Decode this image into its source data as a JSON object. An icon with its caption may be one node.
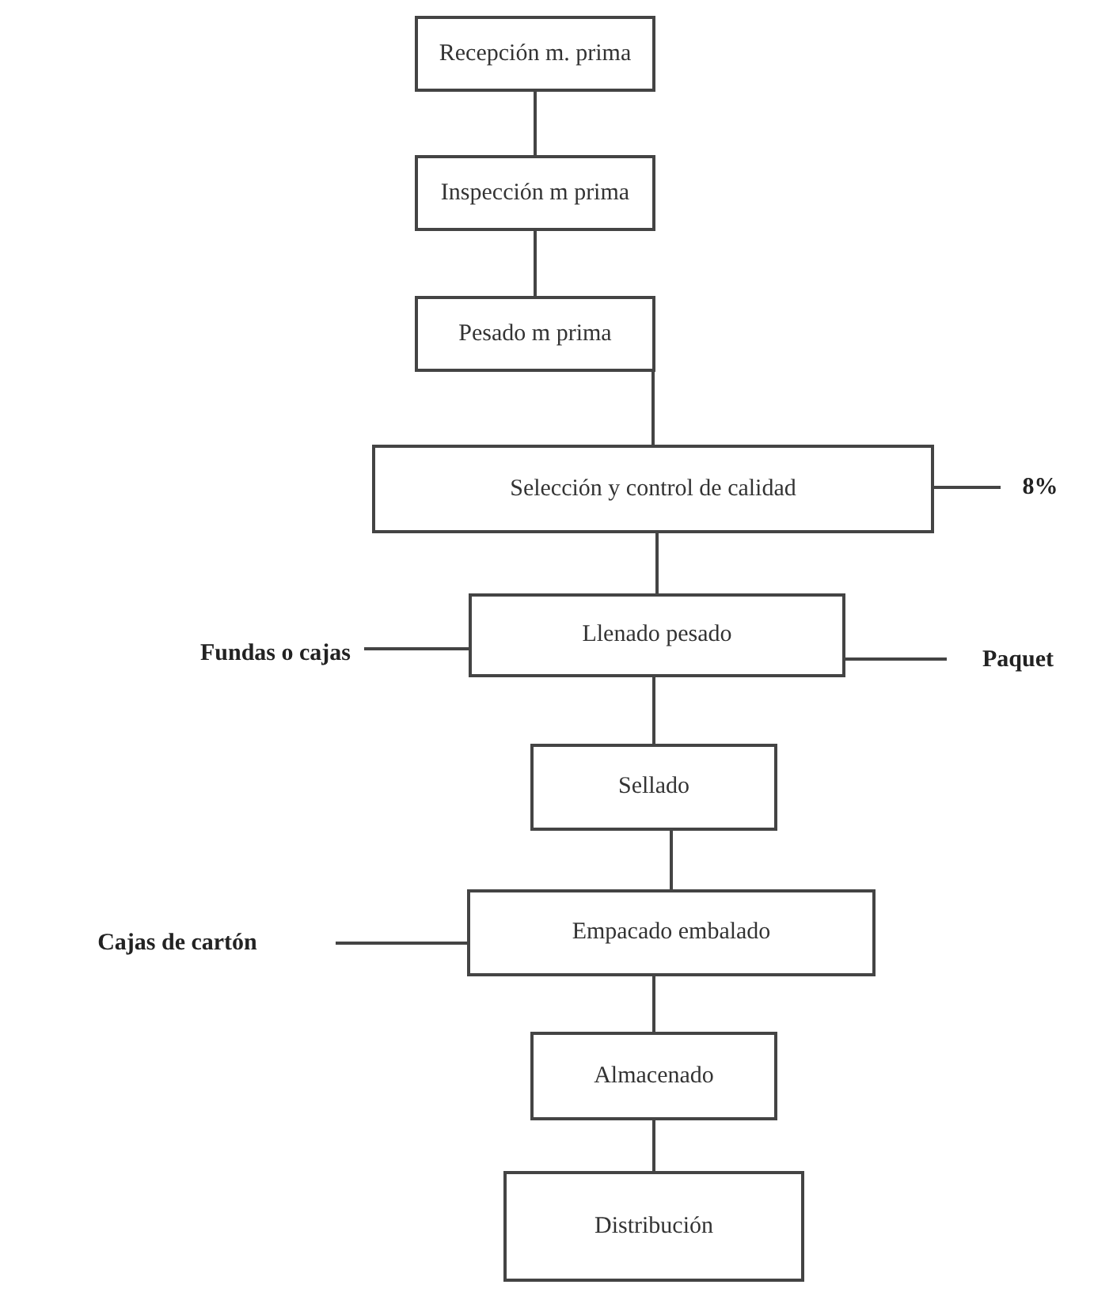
{
  "diagram": {
    "nodes": [
      {
        "text": [
          "Recepción m. prima"
        ]
      },
      {
        "text": [
          "Inspección m prima"
        ]
      },
      {
        "text": [
          "Pesado m prima"
        ]
      },
      {
        "text": [
          "Selección y control de calidad"
        ]
      },
      {
        "text": [
          "8%"
        ]
      },
      {
        "text": [
          "Fundas o cajas"
        ]
      },
      {
        "text": [
          "Llenado pesado"
        ]
      },
      {
        "text": [
          "Paquet"
        ]
      },
      {
        "text": [
          "Sellado"
        ]
      },
      {
        "text": [
          "Cajas de cartón"
        ]
      },
      {
        "text": [
          "Empacado embalado"
        ]
      },
      {
        "text": [
          "Almacenado"
        ]
      },
      {
        "text": [
          "Distribución"
        ]
      }
    ],
    "edges": [
      {
        "from": 0,
        "to": 1,
        "arrow": "none"
      },
      {
        "from": 1,
        "to": 2,
        "arrow": "none"
      },
      {
        "from": 2,
        "to": 3,
        "arrow": "none"
      },
      {
        "from": 3,
        "to": 4,
        "arrow": "none"
      },
      {
        "from": 3,
        "to": 6,
        "arrow": "none"
      },
      {
        "from": 5,
        "to": 6,
        "arrow": "none"
      },
      {
        "from": 6,
        "to": 7,
        "arrow": "none"
      },
      {
        "from": 6,
        "to": 8,
        "arrow": "none"
      },
      {
        "from": 9,
        "to": 10,
        "arrow": "none"
      },
      {
        "from": 8,
        "to": 10,
        "arrow": "none"
      },
      {
        "from": 10,
        "to": 11,
        "arrow": "none"
      },
      {
        "from": 11,
        "to": 12,
        "arrow": "none"
      }
    ]
  }
}
